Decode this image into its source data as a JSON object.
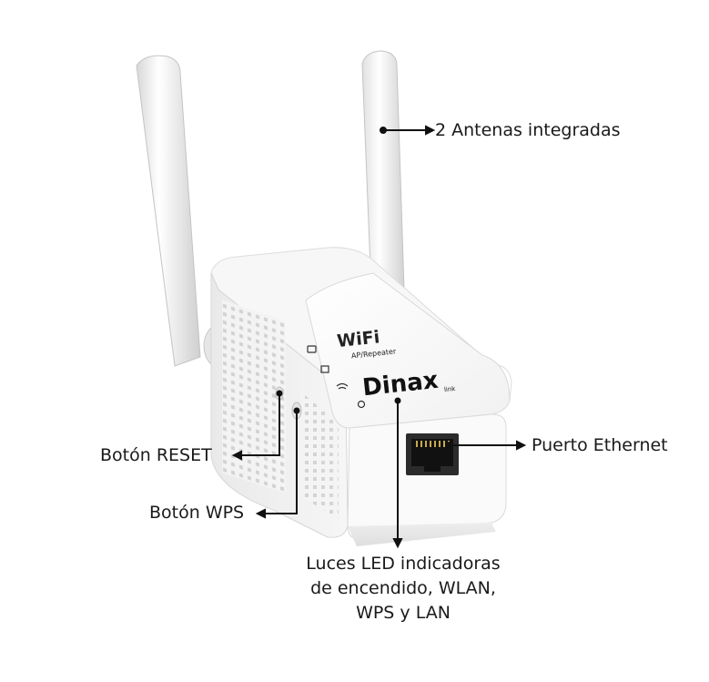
{
  "product": {
    "brand": "Dinax",
    "brand_sub": "link",
    "wifi_logo": "WiFi",
    "wifi_sub": "AP/Repeater"
  },
  "callouts": {
    "antennas": "2 Antenas integradas",
    "ethernet": "Puerto Ethernet",
    "reset": "Botón RESET",
    "wps": "Botón WPS",
    "led_line1": "Luces LED indicadoras",
    "led_line2": "de encendido, WLAN,",
    "led_line3": "WPS y LAN"
  }
}
